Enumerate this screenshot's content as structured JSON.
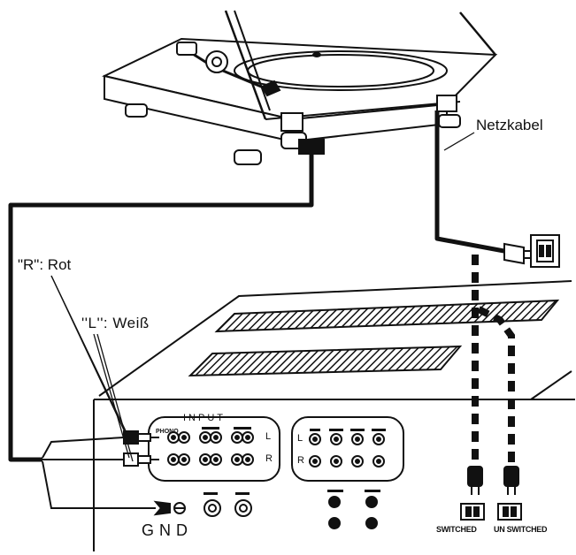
{
  "labels": {
    "power_cable": "Netzkabel",
    "right_channel": "\"R\": Rot",
    "left_channel": "''L'':  Weiß",
    "input": "INPUT",
    "phono": "PHONO",
    "ground": "GND",
    "switched": "SWITCHED",
    "unswitched": "UN SWITCHED",
    "left_mark": "L",
    "right_mark": "R"
  },
  "colors": {
    "line": "#111111",
    "background": "#ffffff"
  }
}
